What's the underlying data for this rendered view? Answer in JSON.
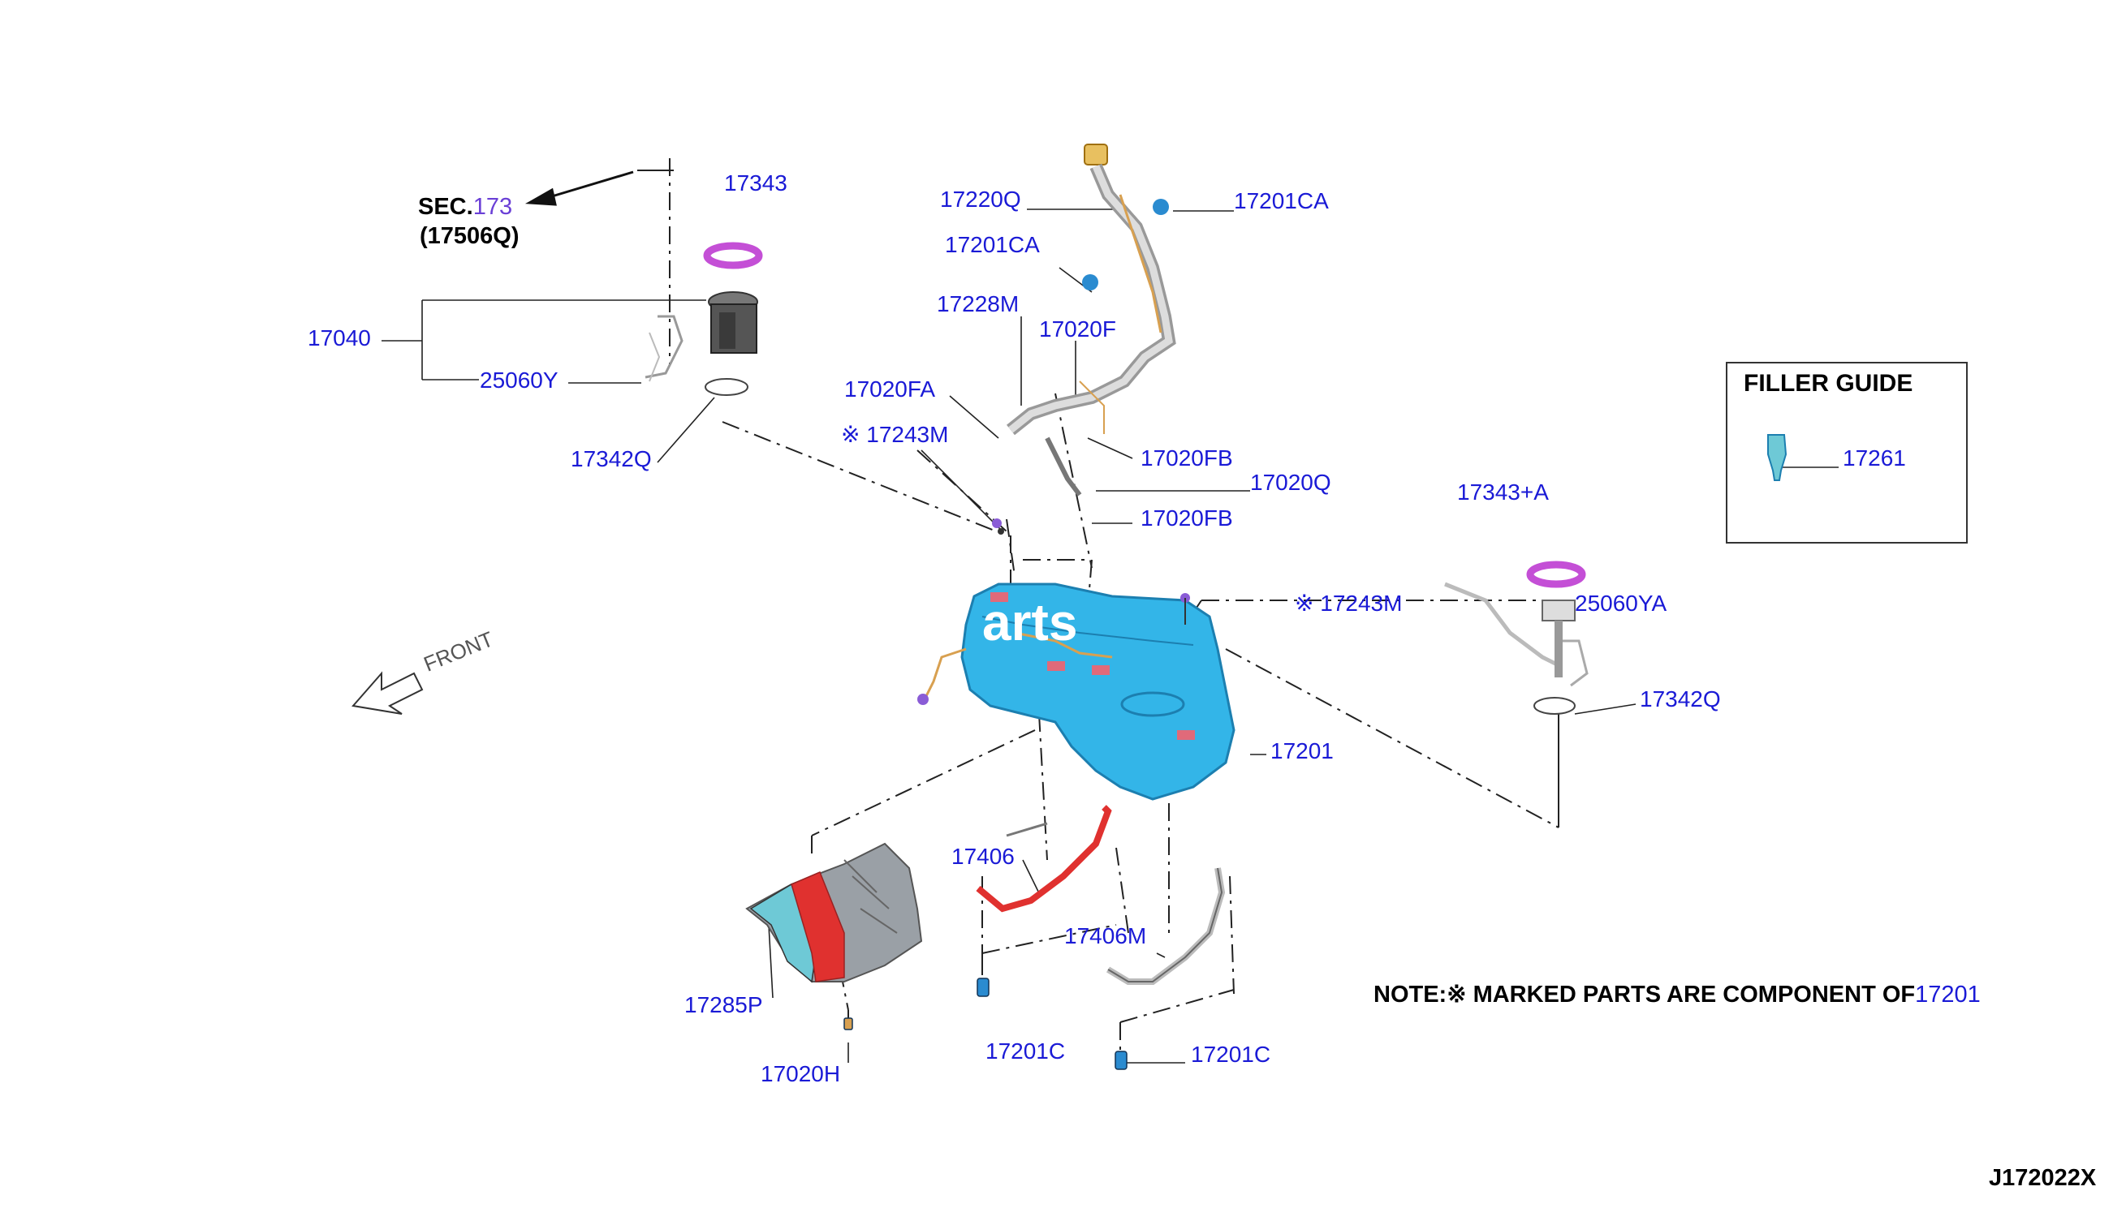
{
  "diagram_id": "J172022X",
  "section_ref": {
    "prefix": "SEC.",
    "number": "173",
    "sub": "(17506Q)"
  },
  "front_label": "FRONT",
  "filler_guide": {
    "title": "FILLER GUIDE",
    "part": "17261"
  },
  "note": {
    "text": "NOTE:※ MARKED PARTS ARE COMPONENT OF",
    "part": "17201"
  },
  "watermark": "arts",
  "colors": {
    "label": "#1a1ad6",
    "tank": "#33b5e8",
    "seal_ring": "#c44fd6",
    "strap": "#e0312f",
    "heat_shield": "#9aa0a6"
  },
  "parts": [
    "17343",
    "17040",
    "25060Y",
    "17342Q",
    "17220Q",
    "17201CA",
    "17201CA",
    "17228M",
    "17020F",
    "17020FA",
    "※ 17243M",
    "17020FB",
    "17020Q",
    "17020FB",
    "17343+A",
    "※ 17243M",
    "25060YA",
    "17342Q",
    "17201",
    "17406",
    "17406M",
    "17285P",
    "17020H",
    "17201C",
    "17201C"
  ]
}
